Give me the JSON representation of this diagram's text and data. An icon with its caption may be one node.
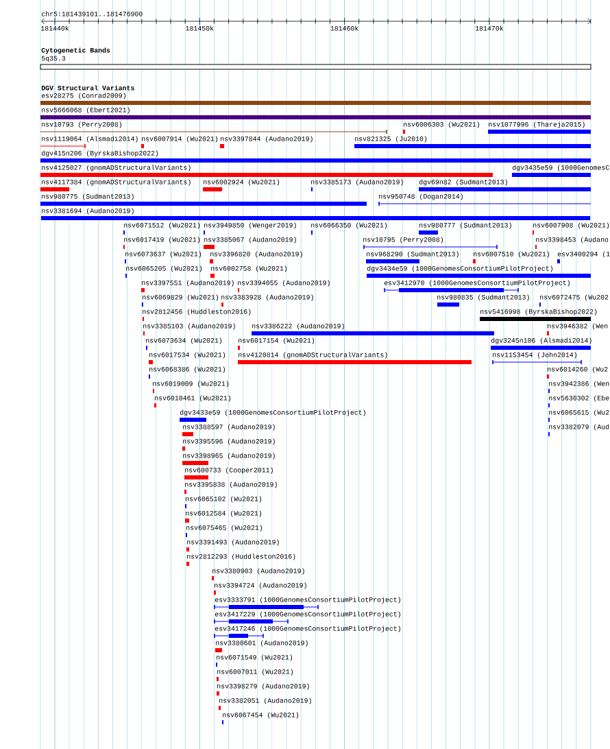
{
  "diagram": {
    "nodes": [
      {
        "text": [
          "5q35.3"
        ]
      },
      {
        "text": [
          "esv28275 (Conrad2009)"
        ]
      },
      {
        "text": [
          "nsv5666068 (Ebert2021)"
        ]
      },
      {
        "text": [
          "nsv10793 (Perry2008)"
        ]
      },
      {
        "text": [
          "nsv6006303 (Wu2021)"
        ]
      },
      {
        "text": [
          "nsv1077996 (Thareja2015)"
        ]
      },
      {
        "text": [
          "nsv1119064 (Alsmadi2014)"
        ]
      },
      {
        "text": [
          "nsv6007914 (Wu2021)"
        ]
      },
      {
        "text": [
          "nsv3397844 (Audano2019)"
        ]
      },
      {
        "text": [
          "nsv821325 (Ju2010)"
        ]
      },
      {
        "text": [
          "dgv415n206 (ByrskaBishop2022)"
        ]
      },
      {
        "text": [
          "nsv4125027 (gnomADStructuralVariants)"
        ]
      },
      {
        "text": [
          "dgv3435e59 (1000GenomesC"
        ]
      },
      {
        "text": [
          "nsv4117384 (gnomADStructuralVariants)"
        ]
      },
      {
        "text": [
          "nsv6002924 (Wu2021)"
        ]
      },
      {
        "text": [
          "nsv3385173 (Audano2019)"
        ]
      },
      {
        "text": [
          "dgv69n82 (Sudmant2013)"
        ]
      },
      {
        "text": [
          "nsv980775 (Sudmant2013)"
        ]
      },
      {
        "text": [
          "nsv950748 (Dogan2014)"
        ]
      },
      {
        "text": [
          "nsv3381694 (Audano2019)"
        ]
      },
      {
        "text": [
          "nsv6071512 (Wu2021)"
        ]
      },
      {
        "text": [
          "nsv3949850 (Wenger2019)"
        ]
      },
      {
        "text": [
          "nsv6066350 (Wu2021)"
        ]
      },
      {
        "text": [
          "nsv980777 (Sudmant2013)"
        ]
      },
      {
        "text": [
          "nsv6007908 (Wu2021)"
        ]
      },
      {
        "text": [
          "nsv6017419 (Wu2021)"
        ]
      },
      {
        "text": [
          "nsv3385067 (Audano2019)"
        ]
      },
      {
        "text": [
          "nsv10795 (Perry2008)"
        ]
      },
      {
        "text": [
          "nsv3398453 (Audano"
        ]
      },
      {
        "text": [
          "nsv6073637 (Wu2021)"
        ]
      },
      {
        "text": [
          "nsv3396820 (Audano2019)"
        ]
      },
      {
        "text": [
          "nsv968290 (Sudmant2013)"
        ]
      },
      {
        "text": [
          "nsv6007510 (Wu2021)"
        ]
      },
      {
        "text": [
          "esv3400294 (1"
        ]
      },
      {
        "text": [
          "nsv6065205 (Wu2021)"
        ]
      },
      {
        "text": [
          "nsv6002758 (Wu2021)"
        ]
      },
      {
        "text": [
          "dgv3434e59 (1000GenomesConsortiumPilotProject)"
        ]
      },
      {
        "text": [
          "nsv3397551 (Audano2019)"
        ]
      },
      {
        "text": [
          "nsv3394055 (Audano2019)"
        ]
      },
      {
        "text": [
          "esv3412970 (1000GenomesConsortiumPilotProject)"
        ]
      },
      {
        "text": [
          "nsv6069829 (Wu2021)"
        ]
      },
      {
        "text": [
          "nsv3383928 (Audano2019)"
        ]
      },
      {
        "text": [
          "nsv980835 (Sudmant2013)"
        ]
      },
      {
        "text": [
          "nsv6072475 (Wu202"
        ]
      },
      {
        "text": [
          "nsv2812456 (Huddleston2016)"
        ]
      },
      {
        "text": [
          "nsv5416998 (ByrskaBishop2022)"
        ]
      },
      {
        "text": [
          "nsv3385103 (Audano2019)"
        ]
      },
      {
        "text": [
          "nsv3386222 (Audano2019)"
        ]
      },
      {
        "text": [
          "nsv3946382 (Wen"
        ]
      },
      {
        "text": [
          "nsv6073634 (Wu2021)"
        ]
      },
      {
        "text": [
          "nsv6017154 (Wu2021)"
        ]
      },
      {
        "text": [
          "dgv3245n106 (Alsmadi2014)"
        ]
      },
      {
        "text": [
          "nsv6017534 (Wu2021)"
        ]
      },
      {
        "text": [
          "nsv4120814 (gnomADStructuralVariants)"
        ]
      },
      {
        "text": [
          "nsv1153454 (John2014)"
        ]
      },
      {
        "text": [
          "nsv6068386 (Wu2021)"
        ]
      },
      {
        "text": [
          "nsv6014260 (Wu2"
        ]
      },
      {
        "text": [
          "nsv6019009 (Wu2021)"
        ]
      },
      {
        "text": [
          "nsv3942386 (Wen"
        ]
      },
      {
        "text": [
          "nsv6010461 (Wu2021)"
        ]
      },
      {
        "text": [
          "nsv5630302 (Ebe"
        ]
      },
      {
        "text": [
          "dgv3433e59 (1000GenomesConsortiumPilotProject)"
        ]
      },
      {
        "text": [
          "nsv6065615 (Wu2"
        ]
      },
      {
        "text": [
          "nsv3388597 (Audano2019)"
        ]
      },
      {
        "text": [
          "nsv3382079 (Aud"
        ]
      },
      {
        "text": [
          "nsv3395596 (Audano2019)"
        ]
      },
      {
        "text": [
          "nsv3398965 (Audano2019)"
        ]
      },
      {
        "text": [
          "nsv600733 (Cooper2011)"
        ]
      },
      {
        "text": [
          "nsv3395838 (Audano2019)"
        ]
      },
      {
        "text": [
          "nsv6065102 (Wu2021)"
        ]
      },
      {
        "text": [
          "nsv6012584 (Wu2021)"
        ]
      },
      {
        "text": [
          "nsv6075465 (Wu2021)"
        ]
      },
      {
        "text": [
          "nsv3391493 (Audano2019)"
        ]
      },
      {
        "text": [
          "nsv2812293 (Huddleston2016)"
        ]
      },
      {
        "text": [
          "nsv3380903 (Audano2019)"
        ]
      },
      {
        "text": [
          "nsv3394724 (Audano2019)"
        ]
      },
      {
        "text": [
          "esv3333791 (1000GenomesConsortiumPilotProject)"
        ]
      },
      {
        "text": [
          "esv3417229 (1000GenomesConsortiumPilotProject)"
        ]
      },
      {
        "text": [
          "esv3417246 (1000GenomesConsortiumPilotProject)"
        ]
      },
      {
        "text": [
          "nsv3380601 (Audano2019)"
        ]
      },
      {
        "text": [
          "nsv6071549 (Wu2021)"
        ]
      },
      {
        "text": [
          "nsv6007011 (Wu2021)"
        ]
      },
      {
        "text": [
          "nsv3398279 (Audano2019)"
        ]
      },
      {
        "text": [
          "nsv3382051 (Audano2019)"
        ]
      },
      {
        "text": [
          "nsv6067454 (Wu2021)"
        ]
      }
    ],
    "labels": [
      "chr5:181439101..181476900",
      "181440k",
      "181450k",
      "181460k",
      "181470k",
      "Cytogenetic Bands",
      "DGV Structural Variants"
    ]
  }
}
